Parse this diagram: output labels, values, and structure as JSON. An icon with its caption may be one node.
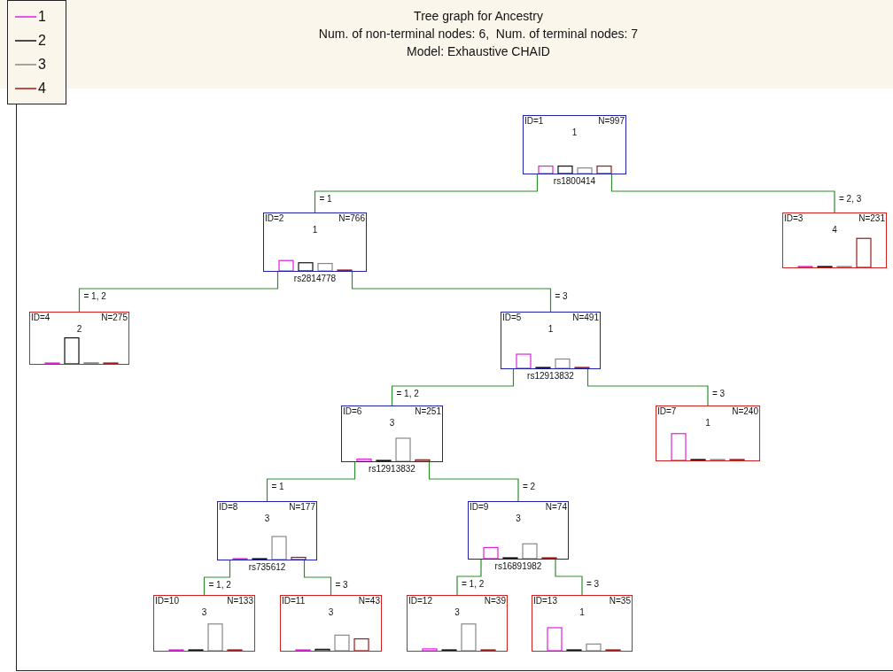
{
  "diagram": {
    "title": "Tree graph for Ancestry",
    "nodes": [
      {
        "text": [
          "ID=1",
          "1",
          "N=997"
        ],
        "beside": [
          "rs1800414"
        ]
      },
      {
        "text": [
          "ID=2",
          "1",
          "N=766"
        ],
        "beside": [
          "rs2814778"
        ]
      },
      {
        "text": [
          "ID=3",
          "4",
          "N=231"
        ]
      },
      {
        "text": [
          "ID=4",
          "2",
          "N=275"
        ]
      },
      {
        "text": [
          "ID=5",
          "1",
          "N=491"
        ],
        "beside": [
          "rs12913832"
        ]
      },
      {
        "text": [
          "ID=6",
          "3",
          "N=251"
        ],
        "beside": [
          "rs12913832"
        ]
      },
      {
        "text": [
          "ID=7",
          "1",
          "N=240"
        ]
      },
      {
        "text": [
          "ID=8",
          "3",
          "N=177"
        ],
        "beside": [
          "rs735612"
        ]
      },
      {
        "text": [
          "ID=9",
          "3",
          "N=74"
        ],
        "beside": [
          "rs16891982"
        ]
      },
      {
        "text": [
          "ID=10",
          "3",
          "N=133"
        ]
      },
      {
        "text": [
          "ID=11",
          "3",
          "N=43"
        ]
      },
      {
        "text": [
          "ID=12",
          "3",
          "N=39"
        ]
      },
      {
        "text": [
          "ID=13",
          "1",
          "N=35"
        ]
      }
    ],
    "edges": [
      {
        "from": 0,
        "to": 1,
        "arrow": "none",
        "label": "= 1"
      },
      {
        "from": 0,
        "to": 2,
        "arrow": "none",
        "label": "= 2, 3"
      },
      {
        "from": 1,
        "to": 3,
        "arrow": "none",
        "label": "= 1, 2"
      },
      {
        "from": 1,
        "to": 4,
        "arrow": "none",
        "label": "= 3"
      },
      {
        "from": 4,
        "to": 5,
        "arrow": "none",
        "label": "= 1, 2"
      },
      {
        "from": 4,
        "to": 6,
        "arrow": "none",
        "label": "= 3"
      },
      {
        "from": 5,
        "to": 7,
        "arrow": "none",
        "label": "= 1"
      },
      {
        "from": 5,
        "to": 8,
        "arrow": "none",
        "label": "= 2"
      },
      {
        "from": 7,
        "to": 9,
        "arrow": "none",
        "label": "= 1, 2"
      },
      {
        "from": 7,
        "to": 10,
        "arrow": "none",
        "label": "= 3"
      },
      {
        "from": 8,
        "to": 11,
        "arrow": "none",
        "label": "= 1, 2"
      },
      {
        "from": 8,
        "to": 12,
        "arrow": "none",
        "label": "= 3"
      }
    ],
    "labels": [
      "Num. of non-terminal nodes: 6,  Num. of terminal nodes: 7",
      "Model: Exhaustive CHAID"
    ],
    "legend": [
      {
        "text": "1"
      },
      {
        "text": "2"
      },
      {
        "text": "3"
      },
      {
        "text": "4"
      }
    ]
  }
}
